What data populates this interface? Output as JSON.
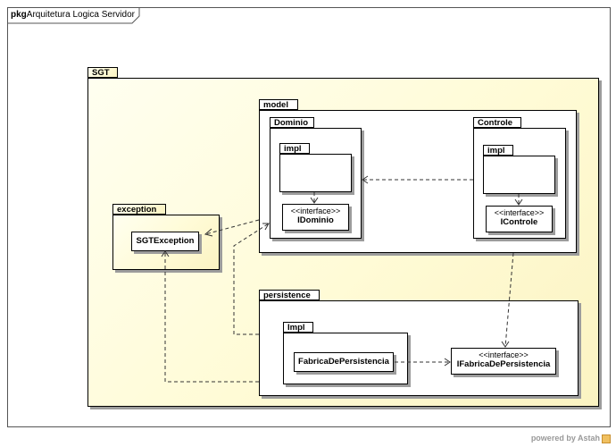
{
  "frame": {
    "keyword": "pkg",
    "title": "Arquitetura Logica Servidor"
  },
  "packages": {
    "sgt": "SGT",
    "model": "model",
    "dominio": "Dominio",
    "dominio_impl": "impl",
    "controle": "Controle",
    "controle_impl": "impl",
    "exception": "exception",
    "persistence": "persistence",
    "persistence_impl": "Impl"
  },
  "classes": {
    "sgt_exception": "SGTException",
    "idominio": {
      "stereotype": "<<interface>>",
      "name": "IDominio"
    },
    "icontrole": {
      "stereotype": "<<interface>>",
      "name": "IControle"
    },
    "fabrica": "FabricaDePersistencia",
    "ifabrica": {
      "stereotype": "<<interface>>",
      "name": "IFabricaDePersistencia"
    }
  },
  "footer": "powered by Astah"
}
